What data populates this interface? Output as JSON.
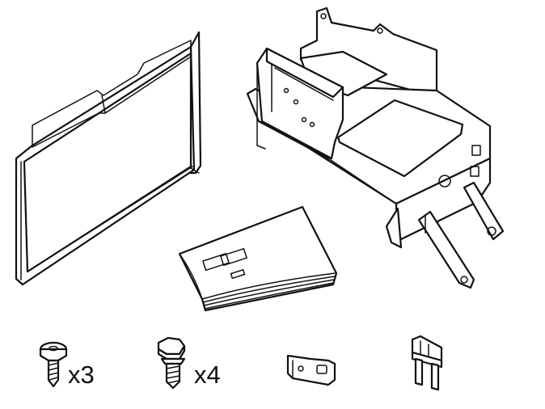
{
  "parts": {
    "panel_screw": {
      "quantity_label": "x3",
      "icon": "pan-head-screw"
    },
    "flange_bolt": {
      "quantity_label": "x4",
      "icon": "hex-flange-bolt"
    },
    "bracket_clip": {
      "icon": "mounting-bracket-clip"
    },
    "fuse": {
      "icon": "blade-fuse"
    },
    "tray_cover": {
      "icon": "tray-cover-panel"
    },
    "mounting_frame": {
      "icon": "mounting-frame-bracket"
    },
    "manual": {
      "icon": "instruction-booklet"
    }
  },
  "colors": {
    "line": "#111111",
    "background": "#ffffff"
  }
}
